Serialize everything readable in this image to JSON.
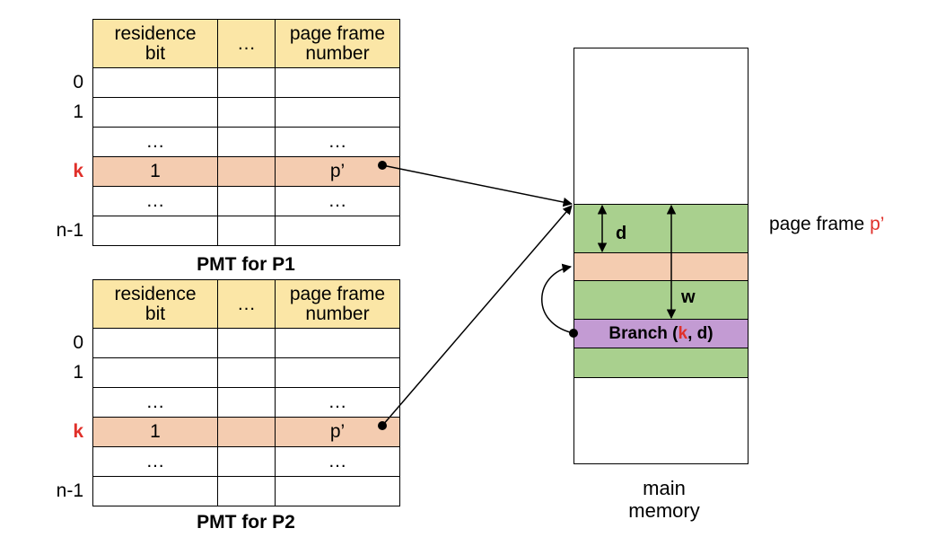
{
  "pmt1": {
    "headers": [
      "residence\nbit",
      "…",
      "page frame\nnumber"
    ],
    "row_labels": [
      "0",
      "1",
      "",
      "k",
      "",
      "n-1"
    ],
    "rows": [
      [
        "",
        "",
        ""
      ],
      [
        "",
        "",
        ""
      ],
      [
        "…",
        "",
        "…"
      ],
      [
        "1",
        "",
        "p’"
      ],
      [
        "…",
        "",
        "…"
      ],
      [
        "",
        "",
        ""
      ]
    ],
    "caption": "PMT for P1"
  },
  "pmt2": {
    "headers": [
      "residence\nbit",
      "…",
      "page frame\nnumber"
    ],
    "row_labels": [
      "0",
      "1",
      "",
      "k",
      "",
      "n-1"
    ],
    "rows": [
      [
        "",
        "",
        ""
      ],
      [
        "",
        "",
        ""
      ],
      [
        "…",
        "",
        "…"
      ],
      [
        "1",
        "",
        "p’"
      ],
      [
        "…",
        "",
        "…"
      ],
      [
        "",
        "",
        ""
      ]
    ],
    "caption": "PMT for P2"
  },
  "memory": {
    "frame_label_prefix": "page frame ",
    "frame_label_value": "p’",
    "offset_d": "d",
    "offset_w": "w",
    "branch_prefix": "Branch (",
    "branch_k": "k",
    "branch_suffix": ", d)",
    "caption_line1": "main",
    "caption_line2": "memory"
  },
  "colors": {
    "header": "#fbe6a6",
    "highlight": "#f4ccb0",
    "frame_green": "#a9d08e",
    "branch_purple": "#c39bd3",
    "accent_red": "#e0302a"
  }
}
